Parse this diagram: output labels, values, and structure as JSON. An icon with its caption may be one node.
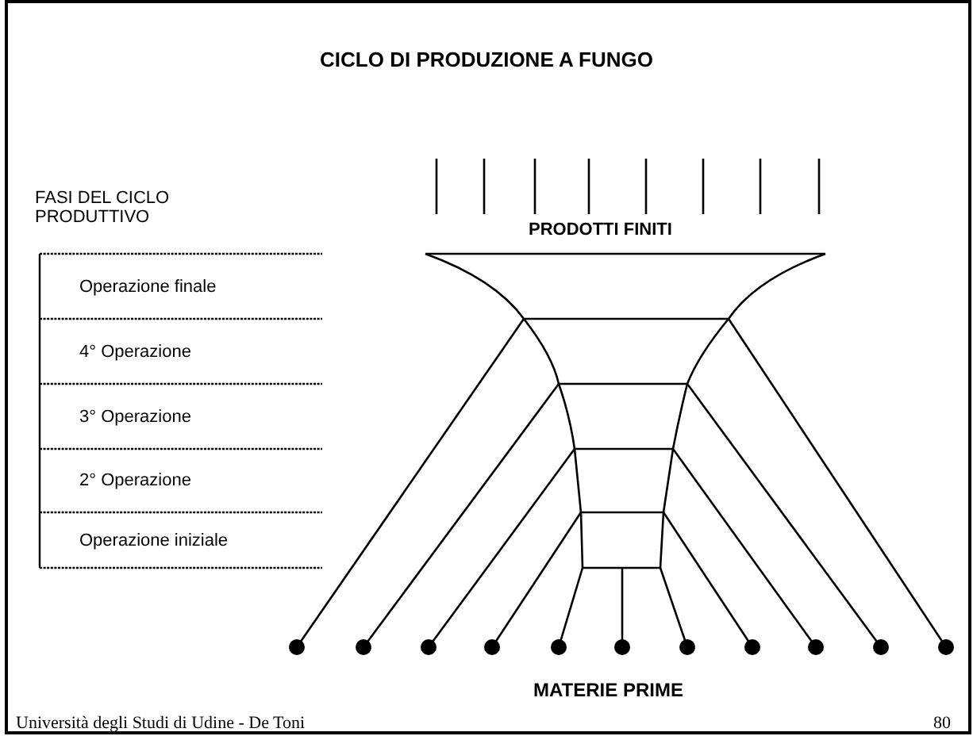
{
  "diagram": {
    "title": "CICLO DI PRODUZIONE A FUNGO",
    "labels": [
      "FASI DEL CICLO PRODUTTIVO",
      "PRODOTTI FINITI",
      "Operazione finale",
      "4° Operazione",
      "3° Operazione",
      "2° Operazione",
      "Operazione iniziale",
      "MATERIE PRIME",
      "Università degli Studi di Udine - De Toni",
      "80"
    ]
  }
}
